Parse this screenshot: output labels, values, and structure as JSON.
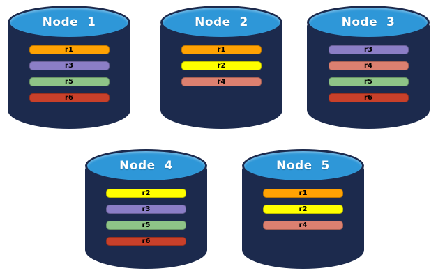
{
  "canvas": {
    "background": "#FFFFFF"
  },
  "colors": {
    "cylinder_body": "#1C2A4D",
    "cylinder_top": "#2E97D8",
    "node_label_text": "#FFFFFF",
    "replica_label_text": "#000000"
  },
  "replica_colors": {
    "r1": "#FFA203",
    "r2": "#FFFF00",
    "r3": "#8B7EC6",
    "r4": "#DC8070",
    "r5": "#8EC487",
    "r6": "#C8402A"
  },
  "nodes": [
    {
      "label": "Node  1",
      "replicas": [
        "r1",
        "r3",
        "r5",
        "r6"
      ]
    },
    {
      "label": "Node  2",
      "replicas": [
        "r1",
        "r2",
        "r4"
      ]
    },
    {
      "label": "Node  3",
      "replicas": [
        "r3",
        "r4",
        "r5",
        "r6"
      ]
    },
    {
      "label": "Node  4",
      "replicas": [
        "r2",
        "r3",
        "r5",
        "r6"
      ]
    },
    {
      "label": "Node  5",
      "replicas": [
        "r1",
        "r2",
        "r4"
      ]
    }
  ]
}
